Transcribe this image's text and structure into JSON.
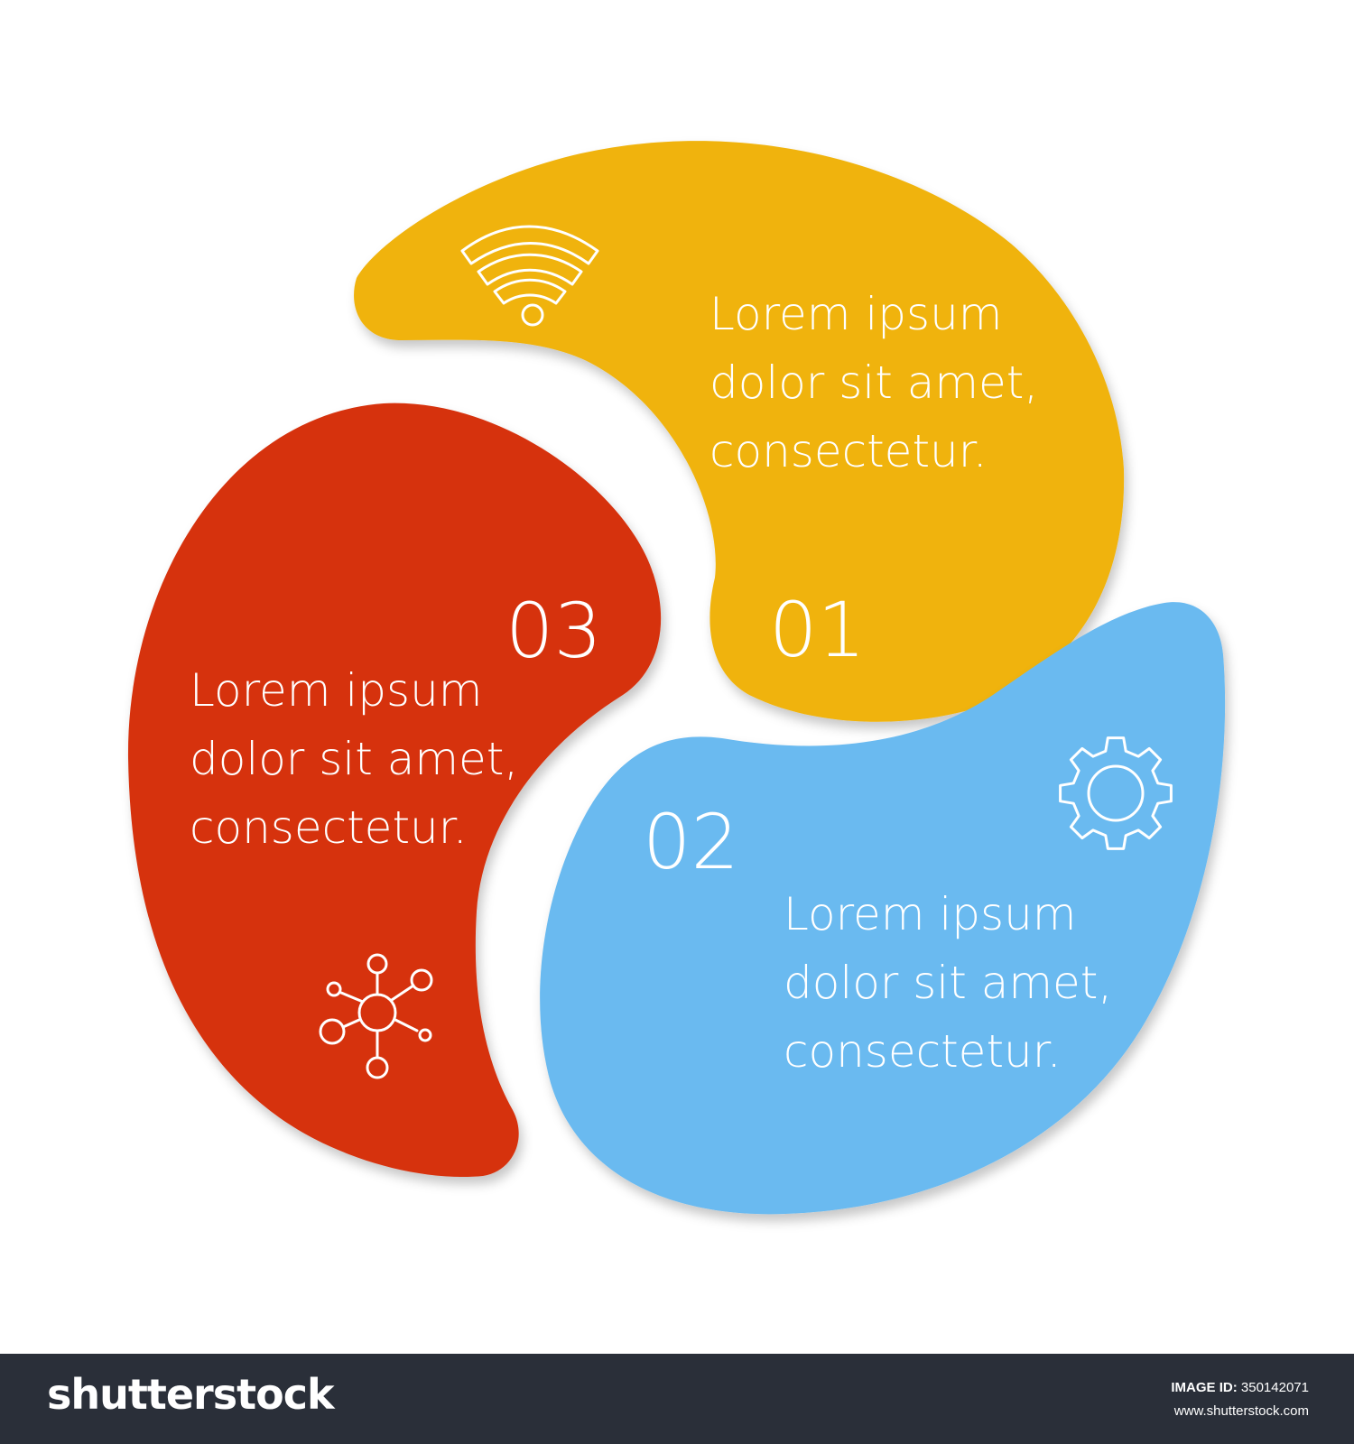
{
  "segments": [
    {
      "number": "01",
      "lines": [
        "Lorem ipsum",
        "dolor sit amet,",
        "consectetur."
      ],
      "color": "#f0b30a",
      "icon": "wifi-icon"
    },
    {
      "number": "02",
      "lines": [
        "Lorem ipsum",
        "dolor sit amet,",
        "consectetur."
      ],
      "color": "#6bbaf0",
      "icon": "gear-icon"
    },
    {
      "number": "03",
      "lines": [
        "Lorem ipsum",
        "dolor sit amet,",
        "consectetur."
      ],
      "color": "#d6300c",
      "icon": "network-icon"
    }
  ],
  "footer": {
    "logo": "shutterstock",
    "image_id_label": "IMAGE ID:",
    "image_id": "350142071",
    "site": "www.shutterstock.com"
  }
}
